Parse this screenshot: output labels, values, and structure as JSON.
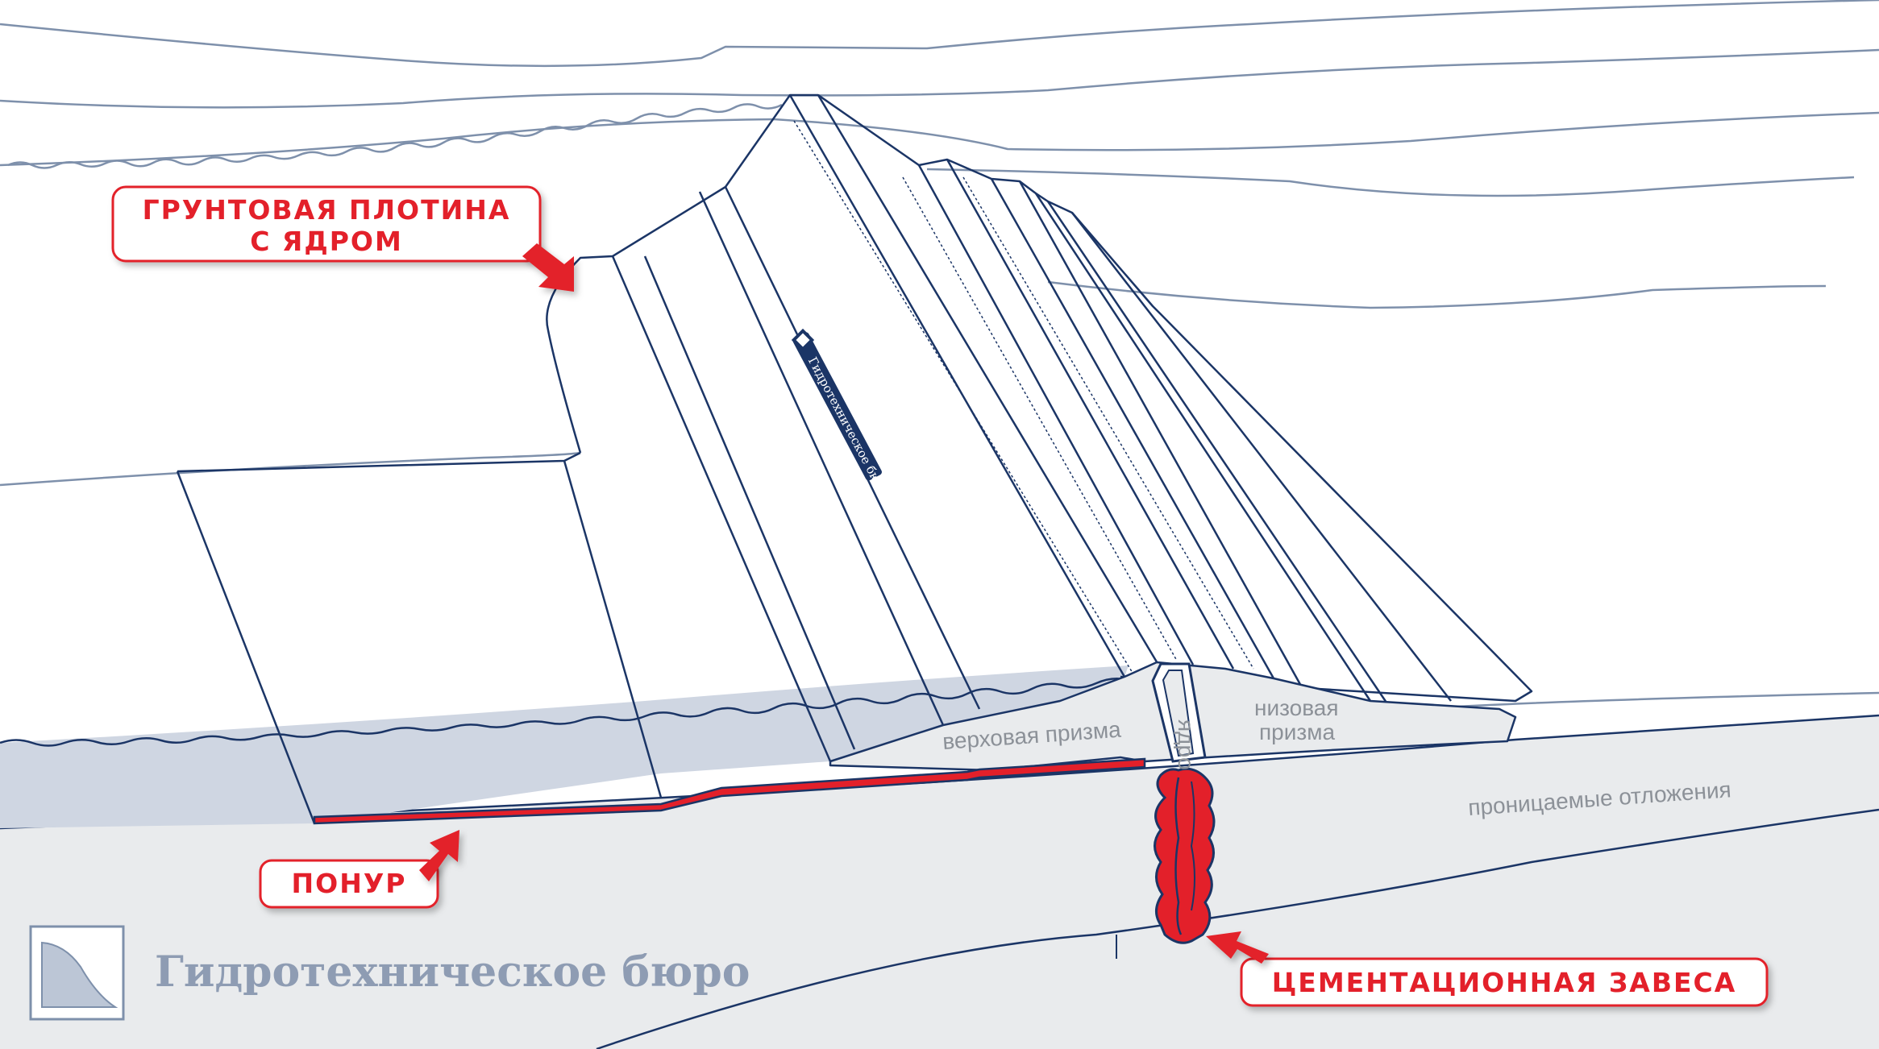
{
  "callouts": {
    "dam": {
      "line1": "ГРУНТОВАЯ  ПЛОТИНА",
      "line2": "С  ЯДРОМ"
    },
    "ponur": "ПОНУР",
    "curtain": "ЦЕМЕНТАЦИОННАЯ  ЗАВЕСА"
  },
  "labels": {
    "upstream_prism": "верховая призма",
    "downstream_prism_line1": "низовая",
    "downstream_prism_line2": "призма",
    "core": "ядро",
    "permeable": "проницаемые отложения"
  },
  "axis_sign": "Гидротехническое бюро",
  "brand": {
    "name": "Гидротехническое бюро",
    "icon": "hydro-bureau-logo-icon"
  },
  "colors": {
    "accent_red": "#e3202a",
    "outline_navy": "#1b3566",
    "water_fill": "#cfd6e2",
    "ground_fill": "#e9ebed"
  }
}
